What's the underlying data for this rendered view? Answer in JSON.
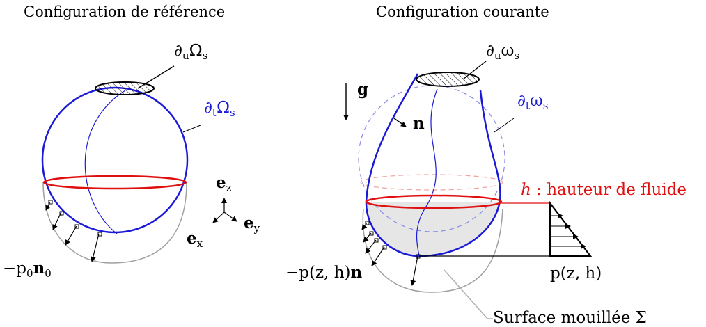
{
  "titles": {
    "left": "Configuration de référence",
    "right": "Configuration courante"
  },
  "left": {
    "du_label": "∂uΩs",
    "du_main": "∂",
    "du_sub": "u",
    "du_sym": "Ω",
    "du_sub2": "s",
    "dt_main": "∂",
    "dt_sub": "t",
    "dt_sym": "Ω",
    "dt_sub2": "s",
    "load_label": "−p0n0",
    "load_a": "−p",
    "load_sub": "0",
    "load_b": "n",
    "load_sub2": "0",
    "ez": "e",
    "ez_sub": "z",
    "ey": "e",
    "ey_sub": "y",
    "ex": "e",
    "ex_sub": "x"
  },
  "right": {
    "du_main": "∂",
    "du_sub": "u",
    "du_sym": "ω",
    "du_sub2": "s",
    "dt_main": "∂",
    "dt_sub": "t",
    "dt_sym": "ω",
    "dt_sub2": "s",
    "gravity": "g",
    "normal": "n",
    "h_label_var": "h",
    "h_label_text": " : hauteur de fluide",
    "pressure": "p(z, h)",
    "load": "−p(z, h)",
    "load_n": "n",
    "surface": "Surface mouillée Σ"
  },
  "colors": {
    "blue": "#1a1ad6",
    "red": "#e01010",
    "gray": "#a0a0a0",
    "fill": "#e6e6e6"
  }
}
